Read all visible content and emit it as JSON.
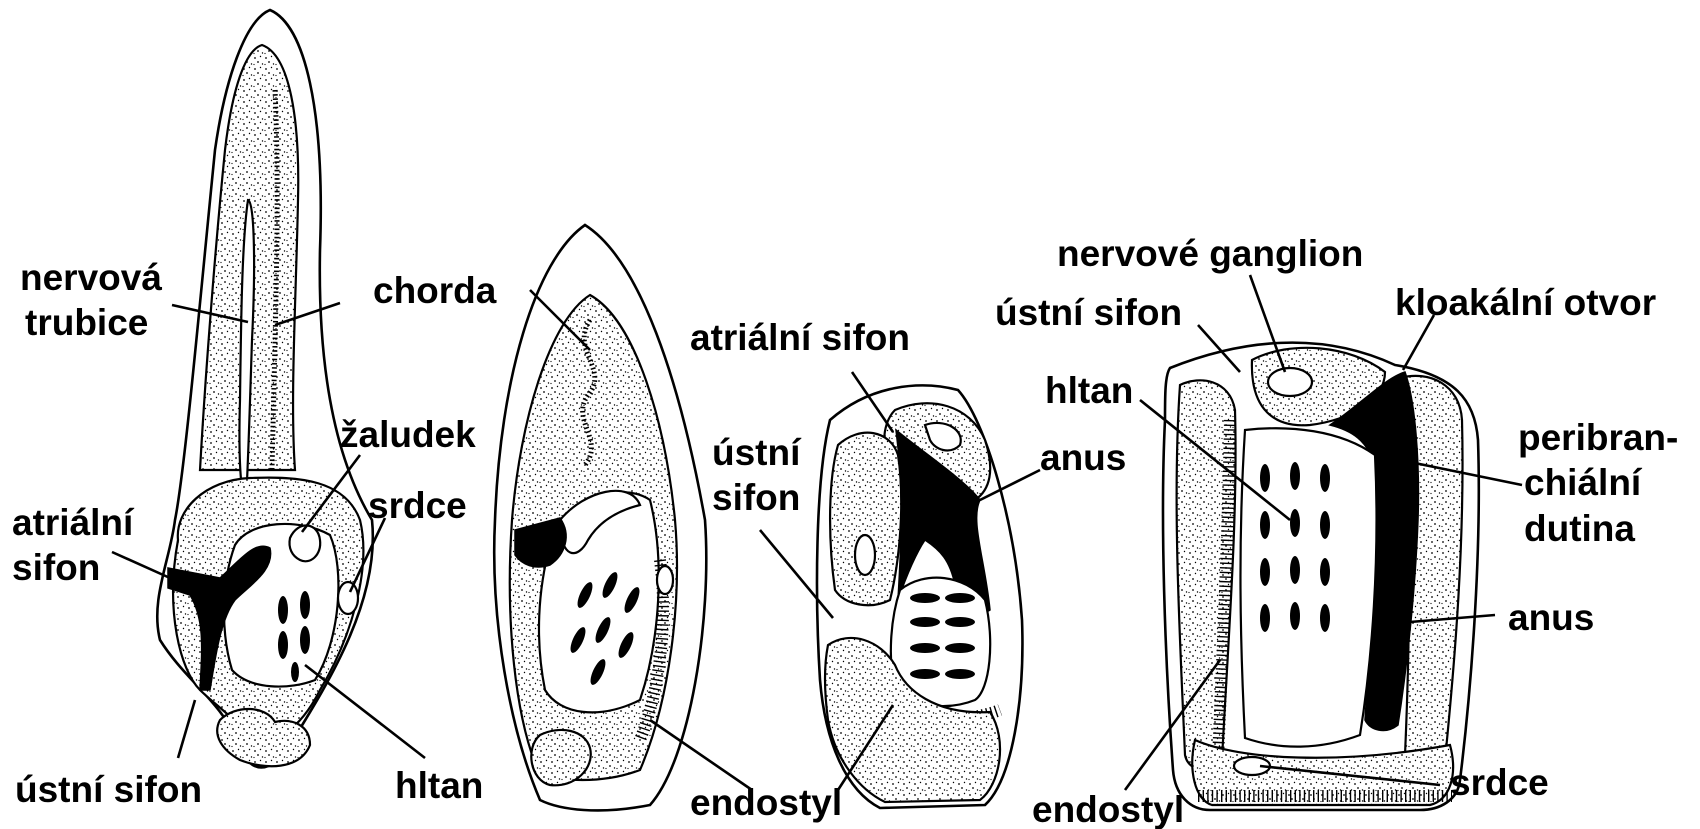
{
  "figure": {
    "stage1": {
      "nervova_trubice_line1": "nervová",
      "nervova_trubice_line2": "trubice",
      "atrialni_sifon_line1": "atriální",
      "atrialni_sifon_line2": "sifon",
      "ustni_sifon": "ústní sifon",
      "zaludek": "žaludek",
      "srdce": "srdce",
      "hltan": "hltan"
    },
    "stage2": {
      "chorda": "chorda",
      "endostyl": "endostyl"
    },
    "stage3": {
      "atrialni_sifon": "atriální sifon",
      "ustni_sifon_line1": "ústní",
      "ustni_sifon_line2": "sifon",
      "anus": "anus"
    },
    "stage4": {
      "nervove_ganglion": "nervové ganglion",
      "ustni_sifon": "ústní sifon",
      "kloakalni_otvor": "kloakální otvor",
      "hltan": "hltan",
      "peribranchialni_line1": "peribran-",
      "peribranchialni_line2": "chiální",
      "peribranchialni_line3": "dutina",
      "anus": "anus",
      "srdce": "srdce",
      "endostyl": "endostyl"
    }
  }
}
